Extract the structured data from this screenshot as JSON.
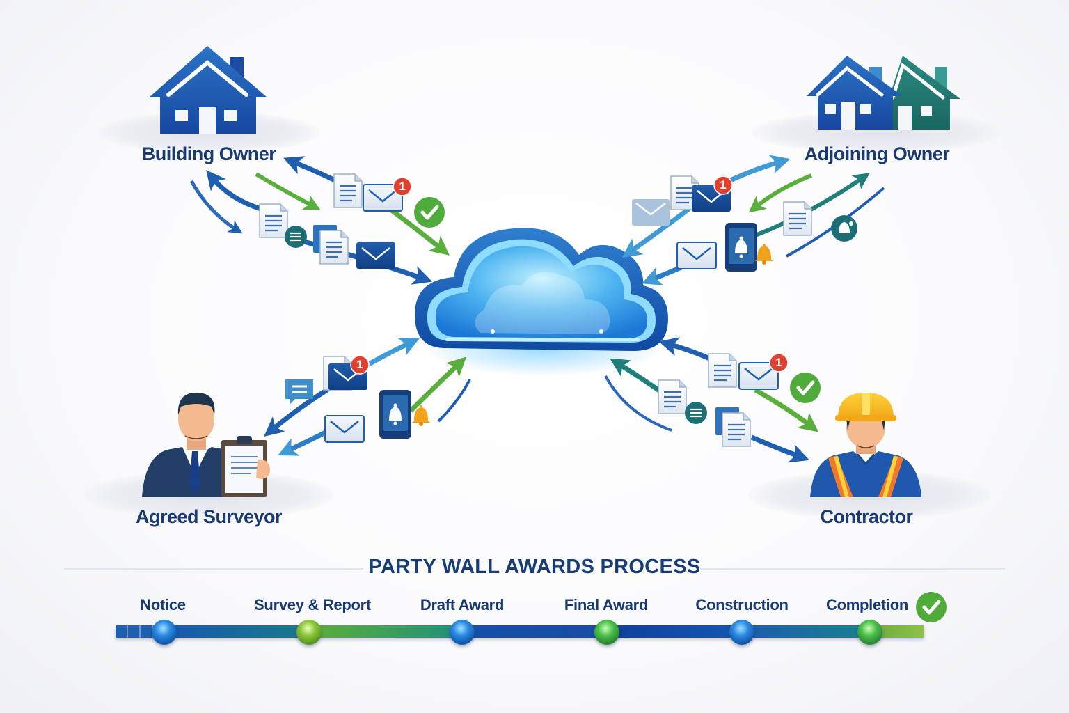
{
  "actors": {
    "building_owner": {
      "label": "Building Owner",
      "icon": "house-icon"
    },
    "adjoining_owner": {
      "label": "Adjoining Owner",
      "icon": "two-houses-icon"
    },
    "agreed_surveyor": {
      "label": "Agreed Surveyor",
      "icon": "surveyor-with-clipboard-icon"
    },
    "contractor": {
      "label": "Contractor",
      "icon": "construction-worker-icon"
    }
  },
  "hub": {
    "icon": "cloud-icon"
  },
  "badges": {
    "notification_count": "1"
  },
  "process": {
    "title": "PARTY WALL AWARDS PROCESS",
    "steps": [
      {
        "label": "Notice",
        "node_color": "blue"
      },
      {
        "label": "Survey & Report",
        "node_color": "green"
      },
      {
        "label": "Draft Award",
        "node_color": "blue"
      },
      {
        "label": "Final Award",
        "node_color": "green"
      },
      {
        "label": "Construction",
        "node_color": "blue"
      },
      {
        "label": "Completion",
        "node_color": "green"
      }
    ],
    "completion_icon": "check-circle-icon"
  },
  "colors": {
    "navy_text": "#1a3a72",
    "primary_blue": "#1f5fb0",
    "light_blue": "#3f9ad6",
    "teal": "#1f7f7a",
    "green": "#5aaf3c",
    "badge_red": "#e0402f",
    "bell_orange": "#f3a21c"
  }
}
